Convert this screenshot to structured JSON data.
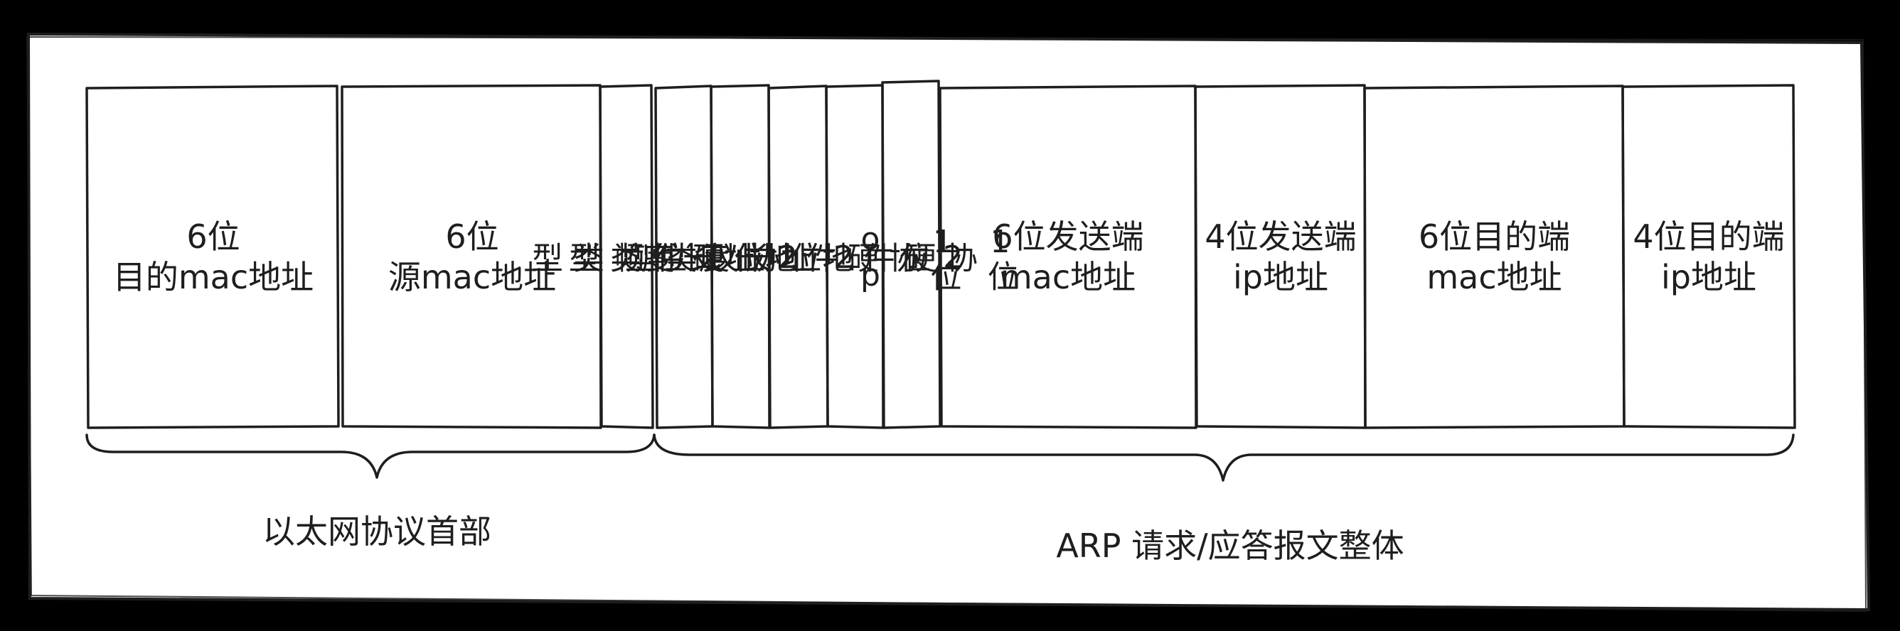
{
  "colors": {
    "background": "#000000",
    "paper": "#ffffff",
    "stroke": "#1e1e1e"
  },
  "fields": [
    {
      "key": "dst_mac",
      "text": "6位\n目的mac地址"
    },
    {
      "key": "src_mac",
      "text": "6位\n源mac地址"
    },
    {
      "key": "frame_type",
      "text": "2\n位\n帧\n类\n型"
    },
    {
      "key": "hw_type",
      "text": "2\n位\n硬\n件\n类\n型"
    },
    {
      "key": "proto_type",
      "text": "2\n位\n协\n议\n类\n型"
    },
    {
      "key": "hw_addr_len",
      "text": "1位\n协\n硬\n件\n地\n址\n长\n度"
    },
    {
      "key": "proto_addr_len",
      "text": "1位\n协\n硬\n件\n地\n址\n长\n度"
    },
    {
      "key": "op",
      "text": "2\n位\nop"
    },
    {
      "key": "sender_mac",
      "text": "6位发送端\nmac地址"
    },
    {
      "key": "sender_ip",
      "text": "4位发送端\nip地址"
    },
    {
      "key": "target_mac",
      "text": "6位目的端\nmac地址"
    },
    {
      "key": "target_ip",
      "text": "4位目的端\nip地址"
    }
  ],
  "groups": {
    "ethernet_label": "以太网协议首部",
    "arp_label": "ARP 请求/应答报文整体"
  }
}
